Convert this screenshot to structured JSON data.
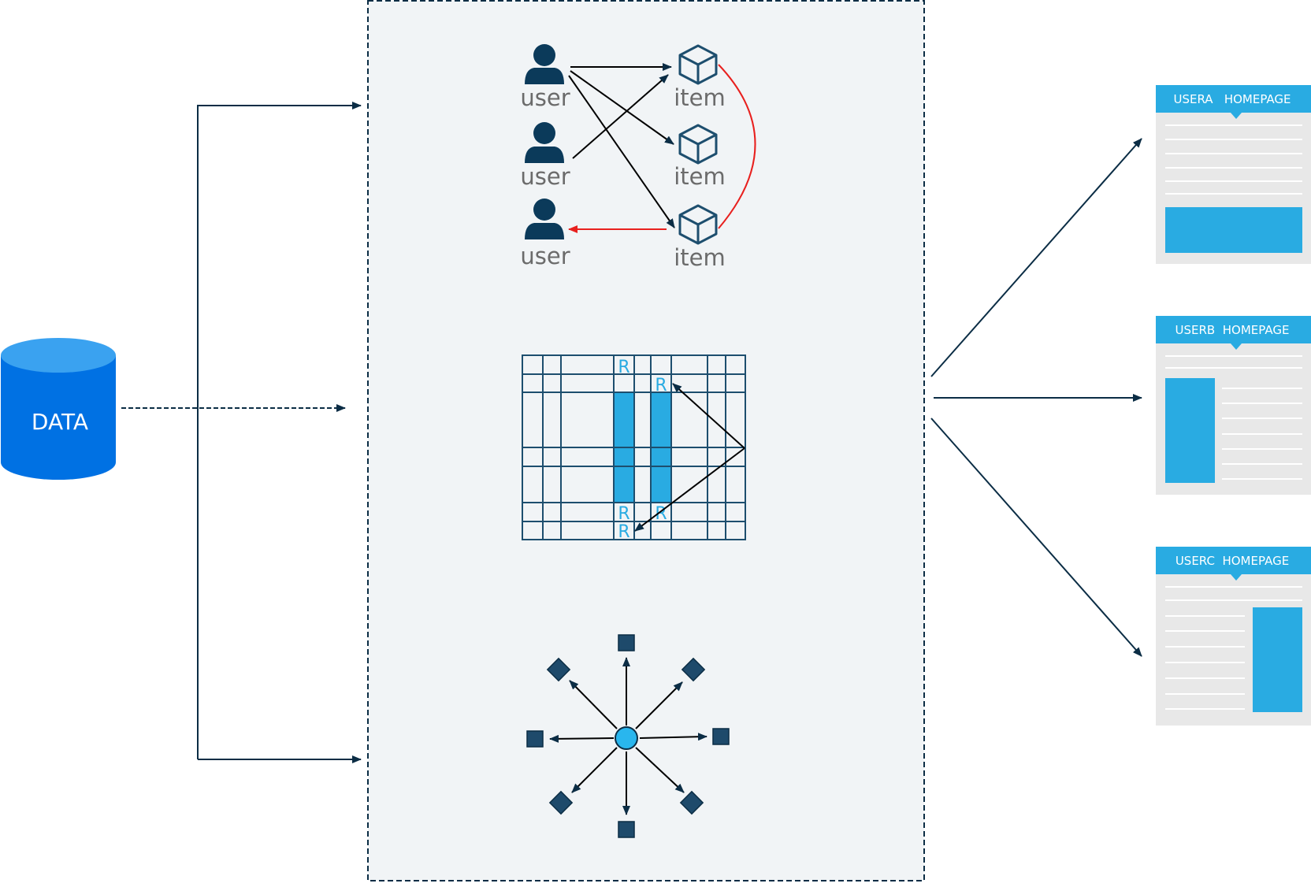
{
  "data_store": {
    "label": "DATA"
  },
  "graph": {
    "users": [
      "user",
      "user",
      "user"
    ],
    "items": [
      "item",
      "item",
      "item"
    ]
  },
  "matrix": {
    "marker": "R"
  },
  "homepages": [
    {
      "label": "USERA   HOMEPAGE"
    },
    {
      "label": "USERB  HOMEPAGE"
    },
    {
      "label": "USERC  HOMEPAGE"
    }
  ],
  "colors": {
    "primary": "#0071e3",
    "accent": "#29abe2",
    "dark": "#0b2d45",
    "panel": "#f1f4f6",
    "highlight": "#e8201e",
    "page_bg": "#e8e8e8"
  }
}
